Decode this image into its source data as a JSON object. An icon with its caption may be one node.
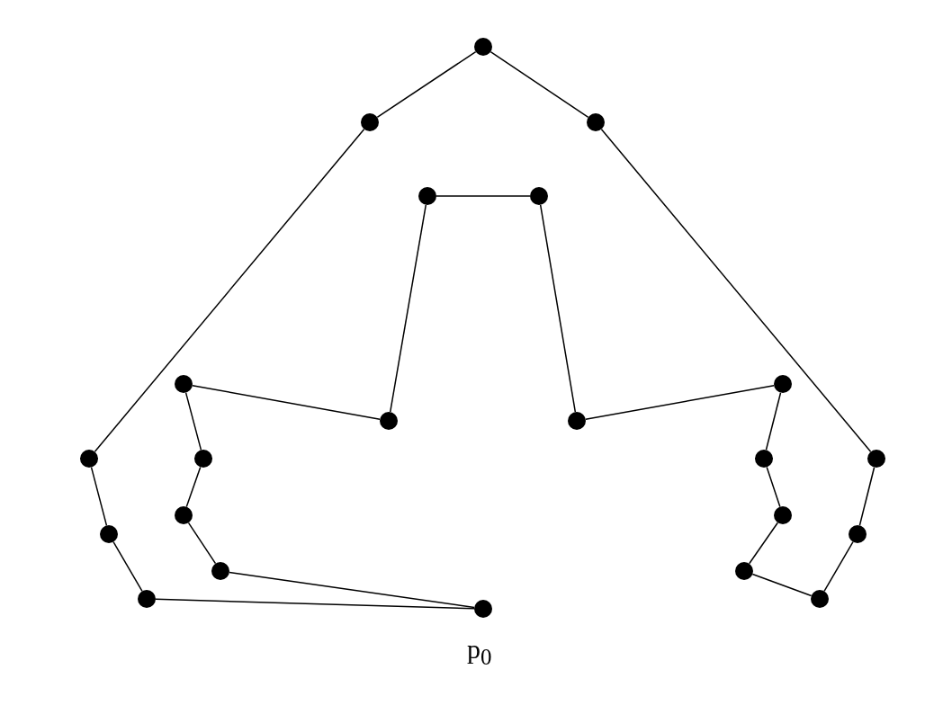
{
  "diagram": {
    "nodes": [
      {
        "text": [],
        "shape": "circle"
      },
      {
        "text": [],
        "shape": "circle"
      },
      {
        "text": [],
        "shape": "circle"
      },
      {
        "text": [],
        "shape": "circle"
      },
      {
        "text": [],
        "shape": "circle"
      },
      {
        "text": [],
        "shape": "circle"
      },
      {
        "text": [],
        "shape": "circle"
      },
      {
        "text": [],
        "shape": "circle"
      },
      {
        "text": [],
        "shape": "circle"
      },
      {
        "text": [],
        "shape": "circle"
      },
      {
        "text": [],
        "shape": "circle"
      },
      {
        "text": [],
        "shape": "circle"
      },
      {
        "text": [],
        "shape": "circle"
      },
      {
        "text": [],
        "shape": "circle"
      },
      {
        "text": [],
        "shape": "circle"
      },
      {
        "text": [],
        "shape": "circle"
      },
      {
        "text": [],
        "shape": "circle"
      },
      {
        "text": [],
        "shape": "circle"
      },
      {
        "text": [],
        "shape": "circle"
      },
      {
        "text": [],
        "shape": "circle"
      },
      {
        "text": [],
        "shape": "circle"
      },
      {
        "text": [],
        "shape": "circle",
        "beside": [
          "p$_{0}$"
        ]
      }
    ],
    "edges": [
      {
        "from": 21,
        "to": 19,
        "arrow": "none"
      },
      {
        "from": 19,
        "to": 15,
        "arrow": "none"
      },
      {
        "from": 15,
        "to": 9,
        "arrow": "none"
      },
      {
        "from": 9,
        "to": 1,
        "arrow": "none"
      },
      {
        "from": 1,
        "to": 0,
        "arrow": "none"
      },
      {
        "from": 0,
        "to": 2,
        "arrow": "none"
      },
      {
        "from": 2,
        "to": 12,
        "arrow": "none"
      },
      {
        "from": 12,
        "to": 16,
        "arrow": "none"
      },
      {
        "from": 16,
        "to": 20,
        "arrow": "none"
      },
      {
        "from": 20,
        "to": 18,
        "arrow": "none"
      },
      {
        "from": 18,
        "to": 14,
        "arrow": "none"
      },
      {
        "from": 14,
        "to": 11,
        "arrow": "none"
      },
      {
        "from": 11,
        "to": 6,
        "arrow": "none"
      },
      {
        "from": 6,
        "to": 8,
        "arrow": "none"
      },
      {
        "from": 8,
        "to": 4,
        "arrow": "none"
      },
      {
        "from": 4,
        "to": 3,
        "arrow": "none"
      },
      {
        "from": 3,
        "to": 7,
        "arrow": "none"
      },
      {
        "from": 7,
        "to": 5,
        "arrow": "none"
      },
      {
        "from": 5,
        "to": 10,
        "arrow": "none"
      },
      {
        "from": 10,
        "to": 13,
        "arrow": "none"
      },
      {
        "from": 13,
        "to": 17,
        "arrow": "none"
      },
      {
        "from": 17,
        "to": 21,
        "arrow": "none"
      }
    ]
  }
}
